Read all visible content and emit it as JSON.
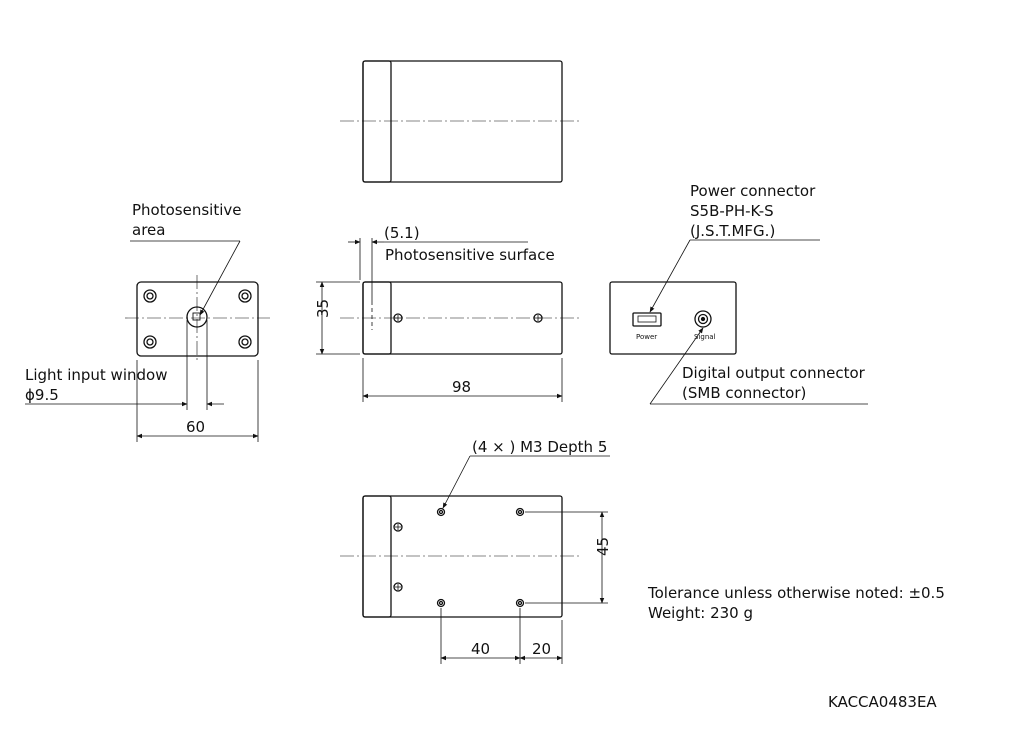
{
  "labels": {
    "photosensitive_area_1": "Photosensitive",
    "photosensitive_area_2": "area",
    "light_input_1": "Light input window",
    "light_input_2": "ϕ9.5",
    "dim_5_1": "(5.1)",
    "photosensitive_surface": "Photosensitive surface",
    "power_connector_1": "Power connector",
    "power_connector_2": "S5B-PH-K-S",
    "power_connector_3": "(J.S.T.MFG.)",
    "digital_output_1": "Digital output connector",
    "digital_output_2": "(SMB connector)",
    "power_port": "Power",
    "signal_port": "Signal",
    "mount_holes": "(4 × ) M3 Depth 5",
    "tolerance": "Tolerance unless otherwise noted: ±0.5",
    "weight": "Weight: 230 g",
    "drawing_code": "KACCA0483EA"
  },
  "dimensions": {
    "width_front": "60",
    "height_side": "35",
    "length_side": "98",
    "hole_spacing_v": "45",
    "hole_spacing_40": "40",
    "hole_offset_20": "20"
  },
  "colors": {
    "line": "#111111",
    "background": "#ffffff"
  }
}
